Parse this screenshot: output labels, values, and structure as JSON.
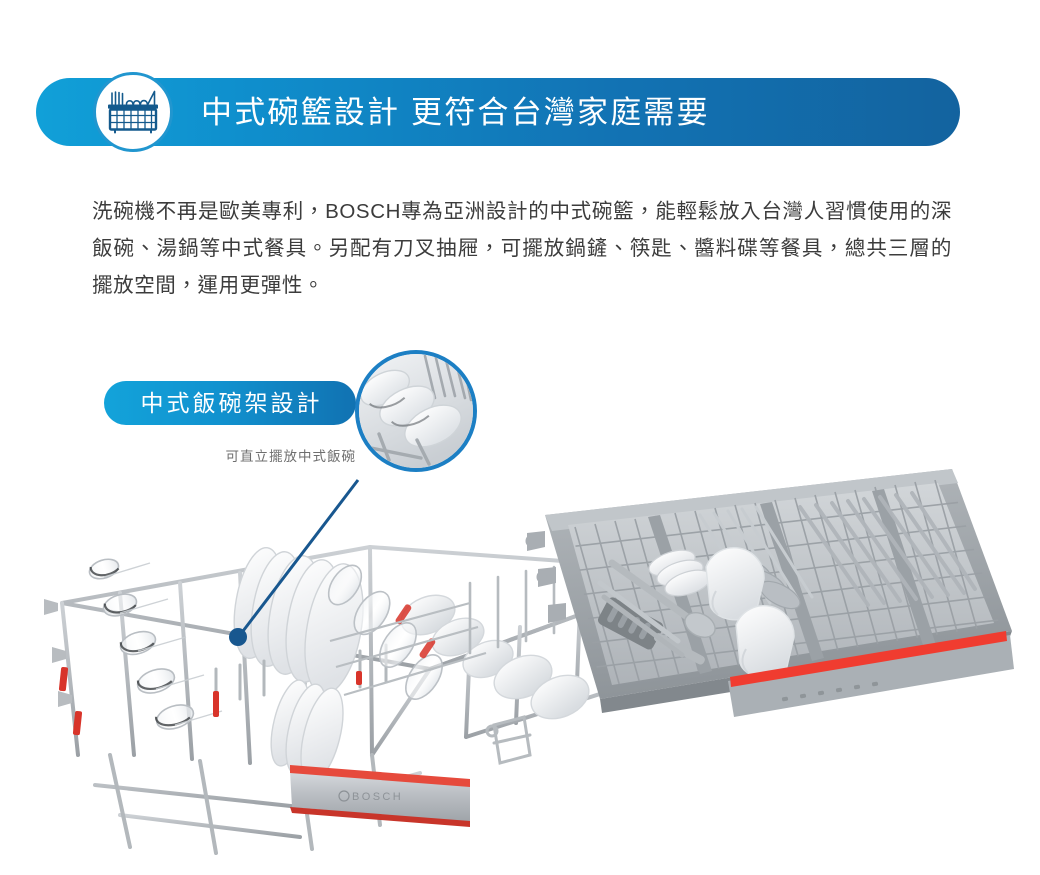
{
  "header": {
    "title": "中式碗籃設計 更符合台灣家庭需要",
    "icon": "dish-basket-icon",
    "gradient_from": "#11a0d8",
    "gradient_to": "#13639f",
    "badge_ring_color": "#2196cf"
  },
  "body": {
    "paragraph": "洗碗機不再是歐美專利，BOSCH專為亞洲設計的中式碗籃，能輕鬆放入台灣人習慣使用的深飯碗、湯鍋等中式餐具。另配有刀叉抽屜，可擺放鍋鏟、筷匙、醬料碟等餐具，總共三層的擺放空間，運用更彈性。",
    "text_color": "#3c3c3c"
  },
  "callout": {
    "label": "中式飯碗架設計",
    "sub_label": "可直立擺放中式飯碗",
    "gradient_from": "#13a3da",
    "gradient_to": "#1172b2",
    "sub_color": "#6e6e6e",
    "pointer_color": "#18578f",
    "inset_ring_color": "#1c7fc4",
    "inset_alt": "白色中式飯碗直立放置於碗架照片"
  },
  "illustrations": {
    "left": {
      "name": "dishwasher-lower-basket",
      "alt": "洗碗機下層碗籃，擺放盤子、玻璃杯與中式飯碗",
      "brand_text": "BOSCH",
      "rack_color": "#a8acb0",
      "dish_color": "#f3f4f6",
      "accent_color": "#e1251b",
      "panel_color": "#b9bdc1"
    },
    "right": {
      "name": "cutlery-drawer-tray",
      "alt": "刀叉抽屜層，擺放鍋鏟、筷匙與醬料碟",
      "tray_color": "#9aa0a5",
      "grid_color": "#c4c9cd",
      "utensil_color": "#b6bbc0",
      "cup_color": "#f4f5f6",
      "accent_color": "#f03c30"
    }
  }
}
